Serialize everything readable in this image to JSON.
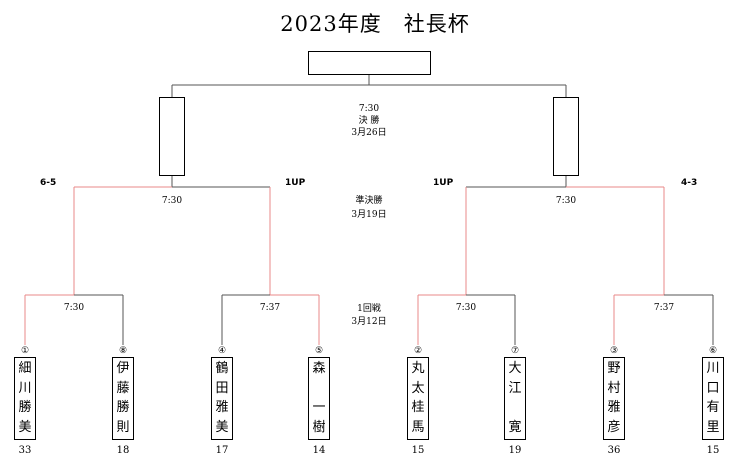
{
  "title": "2023年度　社長杯",
  "rounds": {
    "final": {
      "time": "7:30",
      "name": "決 勝",
      "date": "3月26日"
    },
    "semi": {
      "name": "準決勝",
      "date": "3月19日"
    },
    "first": {
      "name": "1回戦",
      "date": "3月12日"
    }
  },
  "semi_scores": [
    "6-5",
    "1UP",
    "1UP",
    "4-3"
  ],
  "semi_times": [
    "7:30",
    "7:30"
  ],
  "first_times": [
    "7:30",
    "7:37",
    "7:30",
    "7:37"
  ],
  "players": [
    {
      "seed": "①",
      "chars": [
        "細",
        "川",
        "勝",
        "美"
      ],
      "number": "33"
    },
    {
      "seed": "⑧",
      "chars": [
        "伊",
        "藤",
        "勝",
        "則"
      ],
      "number": "18"
    },
    {
      "seed": "④",
      "chars": [
        "鶴",
        "田",
        "雅",
        "美"
      ],
      "number": "17"
    },
    {
      "seed": "⑤",
      "chars": [
        "森",
        "",
        "一",
        "樹"
      ],
      "number": "14"
    },
    {
      "seed": "②",
      "chars": [
        "丸",
        "太",
        "桂",
        "馬"
      ],
      "number": "15"
    },
    {
      "seed": "⑦",
      "chars": [
        "大",
        "江",
        "",
        "寛"
      ],
      "number": "19"
    },
    {
      "seed": "③",
      "chars": [
        "野",
        "村",
        "雅",
        "彦"
      ],
      "number": "36"
    },
    {
      "seed": "⑥",
      "chars": [
        "川",
        "口",
        "有",
        "里"
      ],
      "number": "15"
    }
  ],
  "colors": {
    "line": "#555555",
    "advance": "#e88888",
    "frame": "#000000"
  }
}
